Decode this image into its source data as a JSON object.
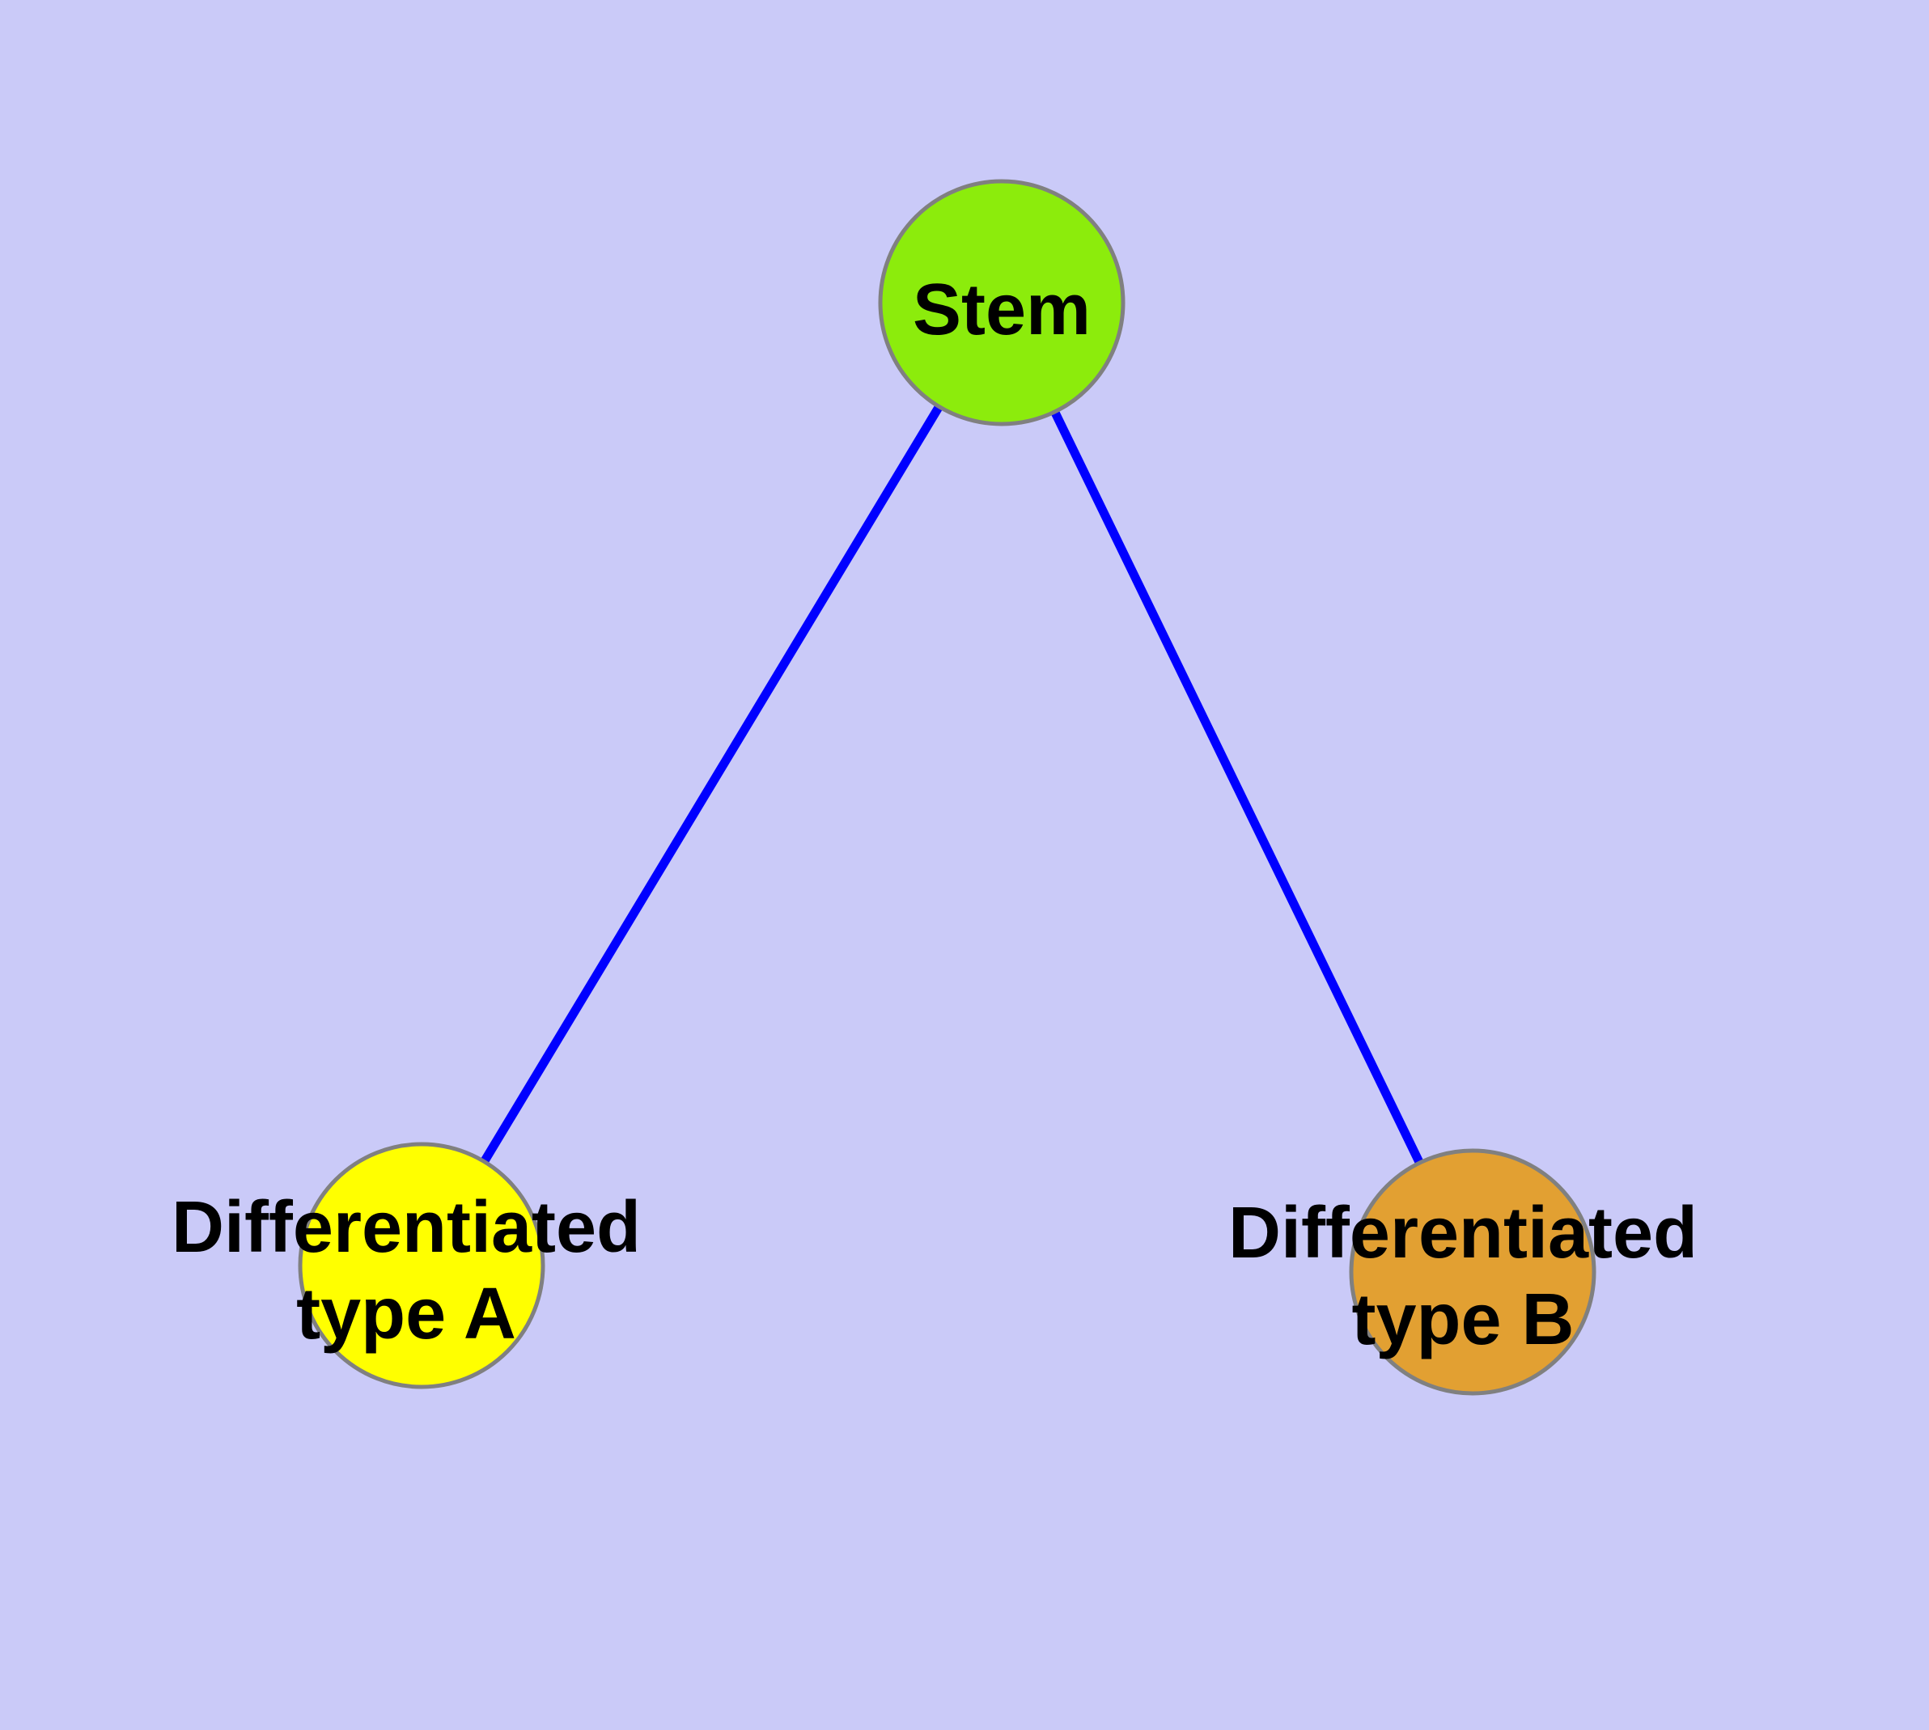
{
  "colors": {
    "background": "#CACAF8",
    "edge": "#0000FF",
    "node_border": "#808080",
    "label_text": "#000000"
  },
  "graph": {
    "nodes": [
      {
        "id": "stem",
        "label": "Stem",
        "label_lines": [
          "Stem"
        ],
        "color": "#8CEC0C"
      },
      {
        "id": "differentiated-type-a",
        "label": "Differentiated type A",
        "label_lines": [
          "Differentiated",
          "type A"
        ],
        "color": "#FFFF00"
      },
      {
        "id": "differentiated-type-b",
        "label": "Differentiated type B",
        "label_lines": [
          "Differentiated",
          "type B"
        ],
        "color": "#E2A032"
      }
    ],
    "edges": [
      {
        "from": "stem",
        "to": "differentiated-type-a"
      },
      {
        "from": "stem",
        "to": "differentiated-type-b"
      }
    ]
  }
}
